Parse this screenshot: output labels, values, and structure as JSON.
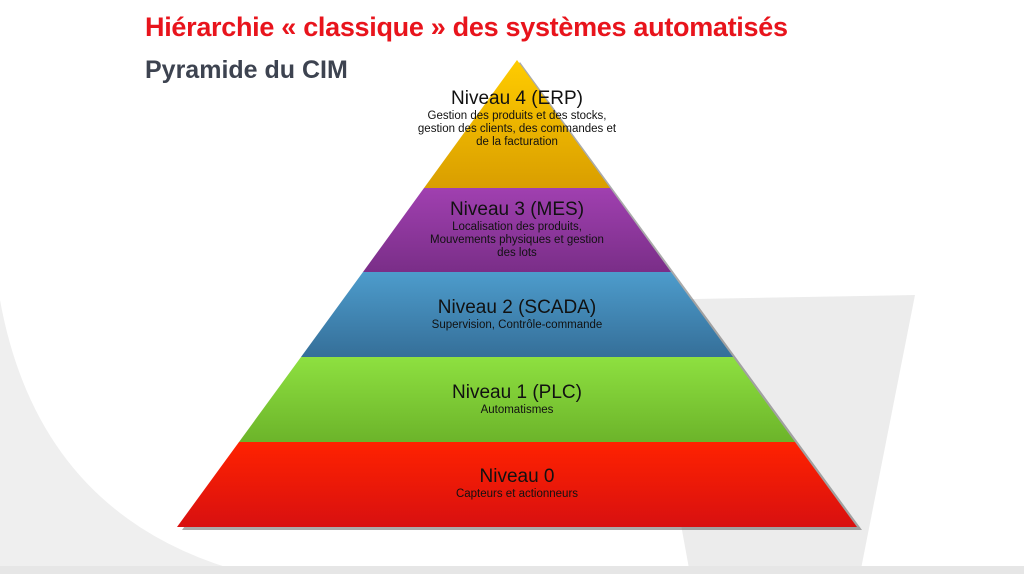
{
  "slide": {
    "title": "Hiérarchie « classique » des systèmes automatisés",
    "subtitle": "Pyramide du CIM"
  },
  "pyramid": {
    "levels": [
      {
        "name": "Niveau 4 (ERP)",
        "desc": "Gestion des produits et des stocks, gestion des clients, des commandes et de la facturation",
        "color": "#f0b400"
      },
      {
        "name": "Niveau 3 (MES)",
        "desc": "Localisation des produits, Mouvements physiques et gestion des lots",
        "color": "#8e3a9c"
      },
      {
        "name": "Niveau 2 (SCADA)",
        "desc": "Supervision, Contrôle-commande",
        "color": "#3f88b8"
      },
      {
        "name": "Niveau 1 (PLC)",
        "desc": "Automatismes",
        "color": "#7fd038"
      },
      {
        "name": "Niveau 0",
        "desc": "Capteurs et actionneurs",
        "color": "#f01a08"
      }
    ]
  }
}
